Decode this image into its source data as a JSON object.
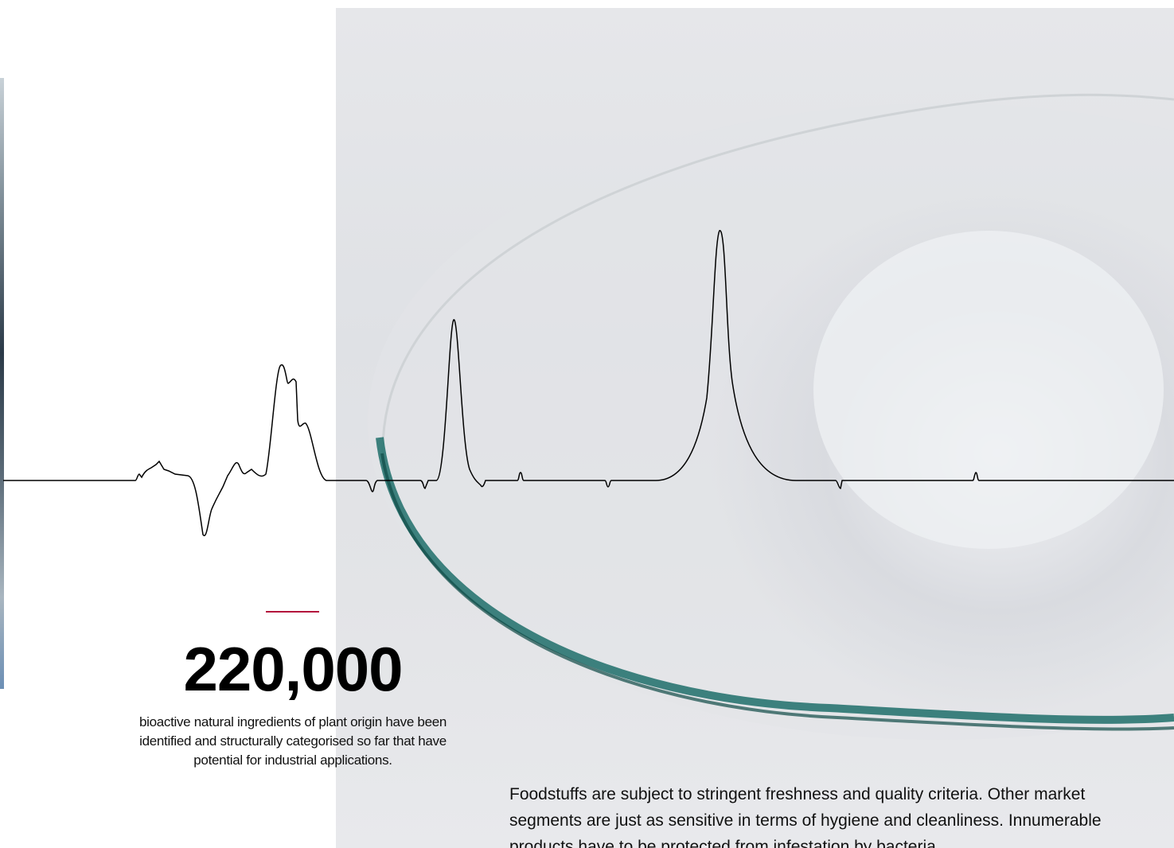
{
  "stat": {
    "number": "220,000",
    "caption": "bioactive natural ingredients of plant origin have been identified and structurally categorised so far that have potential for industrial applications."
  },
  "body": {
    "paragraph": "Foodstuffs are subject to stringent freshness and quality criteria. Other market segments are just as sensitive in terms of hygiene and cleanliness. Innumerable products have to be protected from infestation by bacteria,"
  },
  "colors": {
    "accent": "#b3123c",
    "glass_edge": "#1f6f6a"
  }
}
